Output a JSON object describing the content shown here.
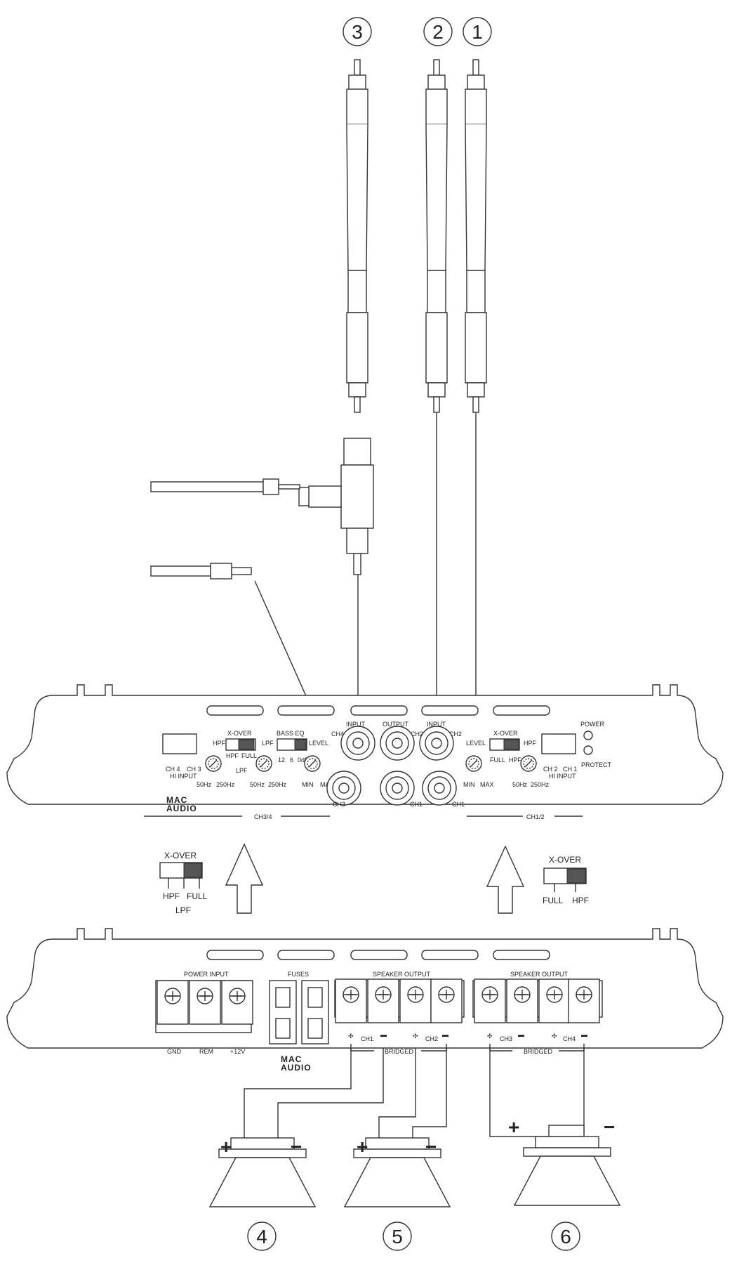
{
  "callouts": [
    "1",
    "2",
    "3",
    "4",
    "5",
    "6"
  ],
  "amp_top": {
    "brand_line1": "MAC",
    "brand_line2": "AUDIO",
    "left": {
      "hpf": "HPF",
      "xover": "X-OVER",
      "xover_hpf": "HPF",
      "xover_full": "FULL",
      "xover_lpf": "LPF",
      "lpf": "LPF",
      "bass_eq": "BASS EQ",
      "eq_12": "12",
      "eq_6": "6",
      "eq_0": "0dB",
      "level": "LEVEL",
      "ch4": "CH 4",
      "ch3": "CH 3",
      "hi_input": "HI INPUT",
      "hz50a": "50Hz",
      "hz250a": "250Hz",
      "hz50b": "50Hz",
      "hz250b": "250Hz",
      "min": "MIN",
      "max": "MAX",
      "section": "CH3/4"
    },
    "center": {
      "input_l": "INPUT",
      "output": "OUTPUT",
      "input_r": "INPUT",
      "ch4": "CH4",
      "ch2a": "CH2",
      "ch2b": "CH2",
      "ch3": "CH3",
      "ch1a": "CH1",
      "ch1b": "CH1"
    },
    "right": {
      "level": "LEVEL",
      "xover": "X-OVER",
      "xover_full": "FULL",
      "xover_hpf": "HPF",
      "hpf": "HPF",
      "ch2": "CH 2",
      "ch1": "CH 1",
      "hi_input": "HI INPUT",
      "power": "POWER",
      "protect": "PROTECT",
      "min": "MIN",
      "max": "MAX",
      "hz50": "50Hz",
      "hz250": "250Hz",
      "section": "CH1/2"
    }
  },
  "switch_detail_left": {
    "title": "X-OVER",
    "hpf": "HPF",
    "full": "FULL",
    "lpf": "LPF"
  },
  "switch_detail_right": {
    "title": "X-OVER",
    "full": "FULL",
    "hpf": "HPF"
  },
  "amp_bottom": {
    "power_input": "POWER INPUT",
    "fuses": "FUSES",
    "speaker_output_l": "SPEAKER OUTPUT",
    "speaker_output_r": "SPEAKER OUTPUT",
    "gnd": "GND",
    "rem": "REM",
    "v12": "+12V",
    "ch1": "CH1",
    "ch2": "CH2",
    "ch3": "CH3",
    "ch4": "CH4",
    "bridged_l": "BRIDGED",
    "bridged_r": "BRIDGED",
    "brand_line1": "MAC",
    "brand_line2": "AUDIO"
  },
  "speakers": {
    "plus": "+",
    "minus": "−"
  }
}
